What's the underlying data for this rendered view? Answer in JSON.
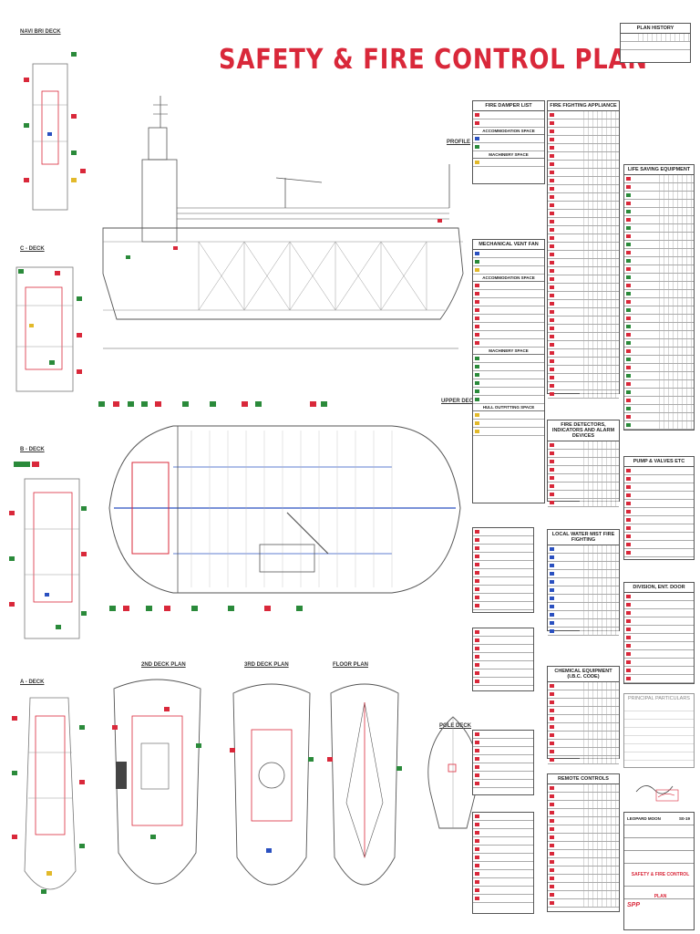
{
  "title": "SAFETY & FIRE CONTROL PLAN",
  "decks": {
    "nav_bridge": "NAVI BRI DECK",
    "c_deck": "C - DECK",
    "b_deck": "B - DECK",
    "a_deck": "A - DECK",
    "profile": "PROFILE",
    "upper_deck": "UPPER DECK",
    "second_deck": "2ND DECK PLAN",
    "third_deck": "3RD DECK PLAN",
    "floor_plan": "FLOOR PLAN",
    "pole_deck": "POLE DECK"
  },
  "tables": {
    "fire_damper": "FIRE DAMPER LIST",
    "accommodation_space": "ACCOMMODATION SPACE",
    "machinery_space": "MACHINERY SPACE",
    "mechanical_vent": "MECHANICAL VENT FAN",
    "accommodation_space_2": "ACCOMMODATION SPACE",
    "machinery_space_2": "MACHINERY SPACE",
    "hull_outfitting": "HULL OUTFITTING SPACE",
    "fire_fighting": "FIRE FIGHTING APPLIANCE",
    "detectors": "FIRE DETECTORS, INDICATORS AND ALARM DEVICES",
    "local_water_mist": "LOCAL WATER MIST FIRE FIGHTING",
    "chemical_equipment": "CHEMICAL EQUIPMENT (I.B.C. CODE)",
    "remote_controls": "REMOTE CONTROLS",
    "plan_history": "PLAN HISTORY",
    "life_saving": "LIFE SAVING EQUIPMENT",
    "pump_valves": "PUMP & VALVES ETC",
    "division": "DIVISION, ENT. DOOR",
    "principal": "PRINCIPAL PARTICULARS"
  },
  "title_block": {
    "vessel": "LEOPARD MOON",
    "hull_no": "S0-19",
    "drawing_title": "SAFETY & FIRE CONTROL PLAN",
    "builder": "SPP"
  },
  "colors": {
    "title_red": "#d9283a",
    "symbol_green": "#2a8a3a",
    "symbol_blue": "#2a50c0",
    "symbol_yellow": "#e2b92a"
  }
}
